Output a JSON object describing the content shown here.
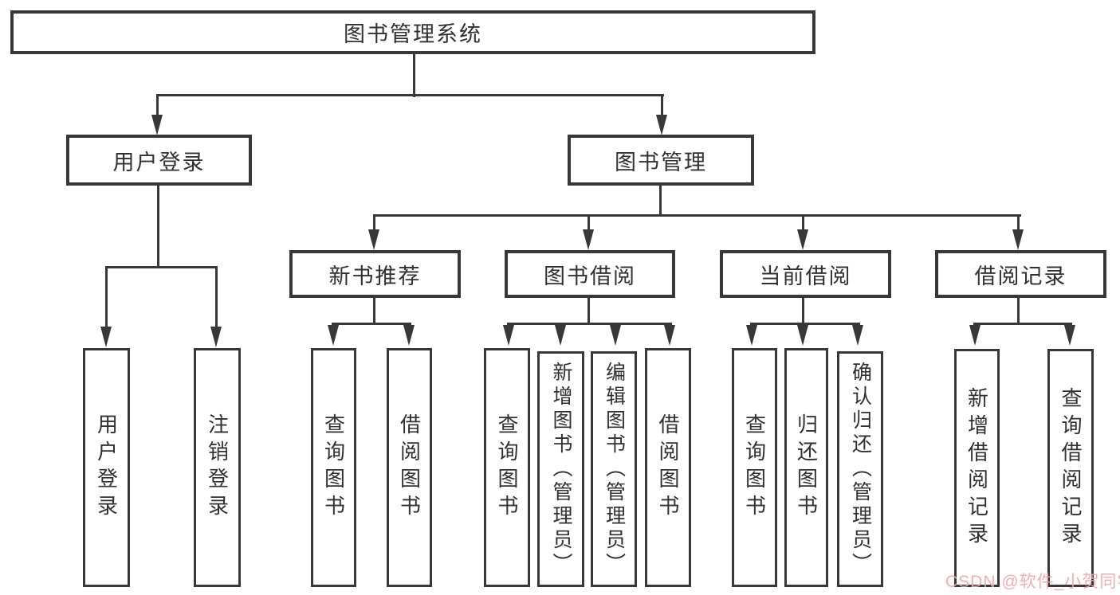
{
  "diagram": {
    "root": {
      "label": "图书管理系统"
    },
    "level1": [
      {
        "label": "用户登录"
      },
      {
        "label": "图书管理"
      }
    ],
    "level2": [
      {
        "label": "新书推荐"
      },
      {
        "label": "图书借阅"
      },
      {
        "label": "当前借阅"
      },
      {
        "label": "借阅记录"
      }
    ],
    "leaves": {
      "user_login": [
        "用户登录",
        "注销登录"
      ],
      "new_book_recommend": [
        "查询图书",
        "借阅图书"
      ],
      "book_borrow": [
        "查询图书",
        "新增图书（管理员）",
        "编辑图书（管理员）",
        "借阅图书"
      ],
      "current_borrow": [
        "查询图书",
        "归还图书",
        "确认归还（管理员）"
      ],
      "borrow_record": [
        "新增借阅记录",
        "查询借阅记录"
      ]
    }
  },
  "watermark": {
    "text": "CSDN @软件_小贺同学",
    "color": "#f2a6ac"
  },
  "colors": {
    "line": "#383838",
    "text": "#303030",
    "background": "#ffffff"
  }
}
